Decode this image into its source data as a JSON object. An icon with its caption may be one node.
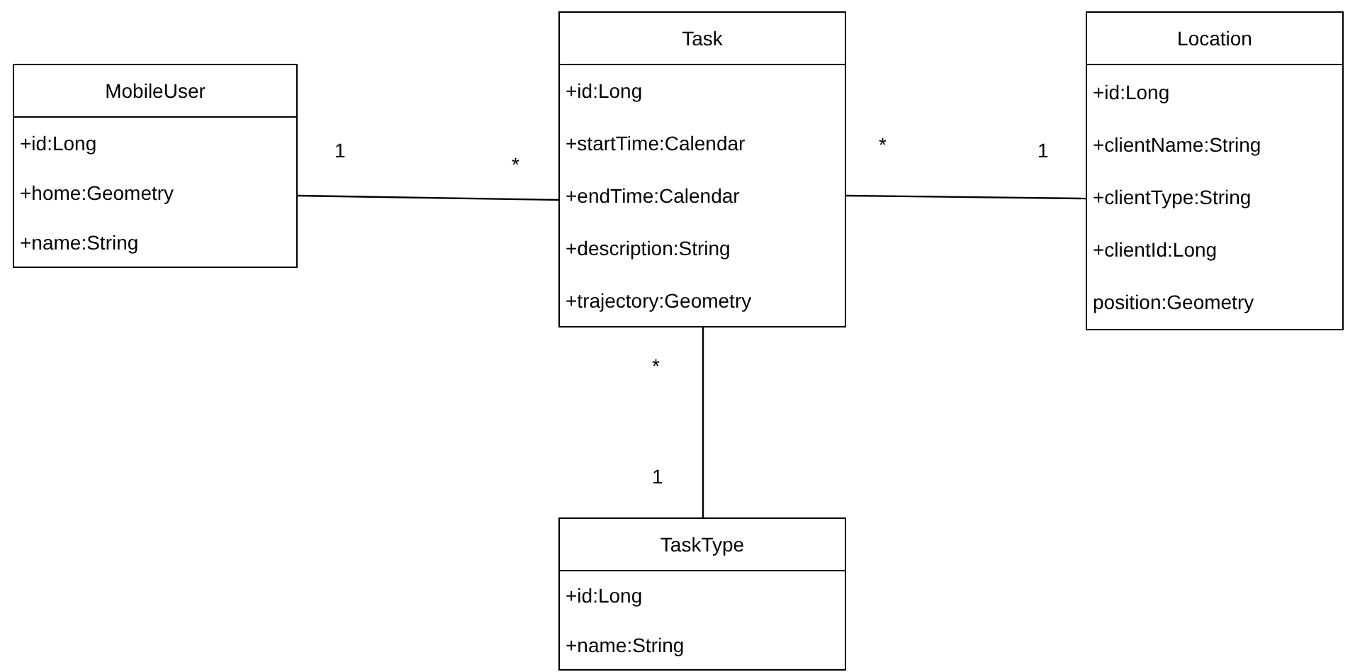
{
  "diagram": {
    "nodes": [
      {
        "text": [
          "MobileUser",
          "+id:Long",
          "+home:Geometry",
          "+name:String"
        ]
      },
      {
        "text": [
          "Task",
          "+id:Long",
          "+startTime:Calendar",
          "+endTime:Calendar",
          "+description:String",
          "+trajectory:Geometry"
        ]
      },
      {
        "text": [
          "Location",
          "+id:Long",
          "+clientName:String",
          "+clientType:String",
          "+clientId:Long",
          "position:Geometry"
        ]
      },
      {
        "text": [
          "TaskType",
          "+id:Long",
          "+name:String"
        ]
      }
    ],
    "edges": [
      {
        "from": 0,
        "to": 1,
        "arrow": "none"
      },
      {
        "from": 1,
        "to": 2,
        "arrow": "none"
      },
      {
        "from": 1,
        "to": 3,
        "arrow": "none"
      }
    ],
    "labels": [
      "1",
      "*",
      "*",
      "1",
      "*",
      "1"
    ]
  }
}
